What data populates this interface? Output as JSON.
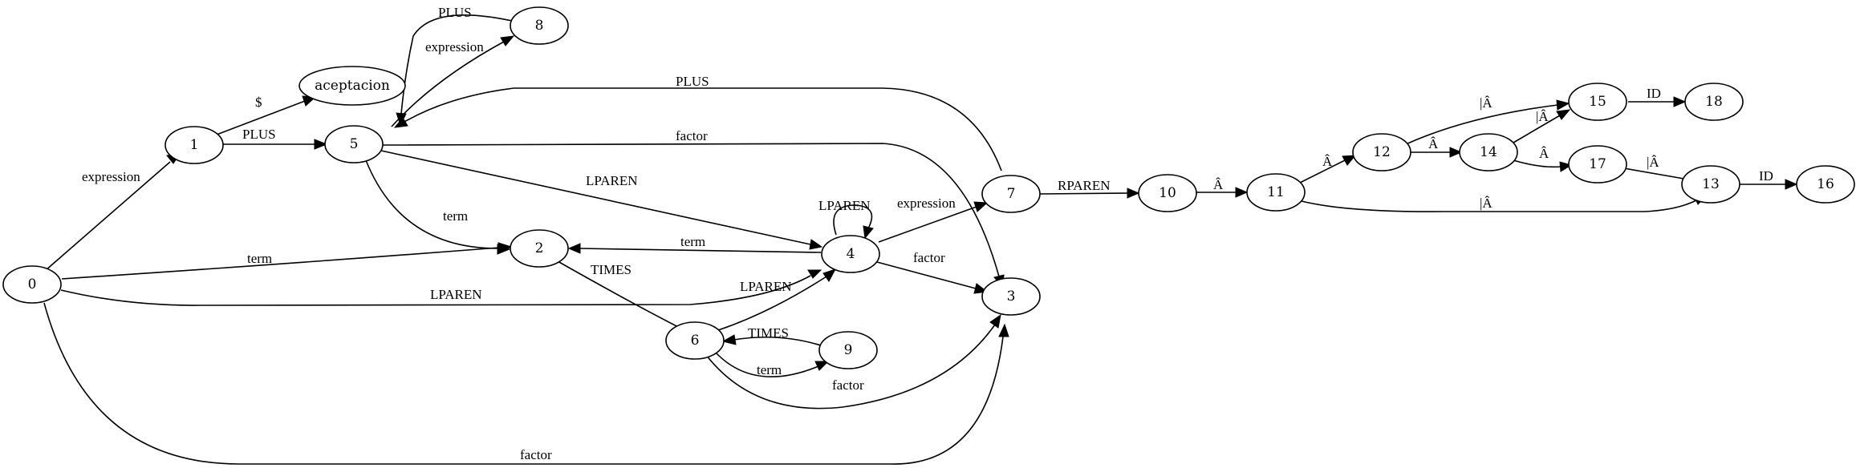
{
  "nodes": [
    {
      "id": "n0",
      "label": "0"
    },
    {
      "id": "n1",
      "label": "1"
    },
    {
      "id": "n2",
      "label": "2"
    },
    {
      "id": "n3",
      "label": "3"
    },
    {
      "id": "n4",
      "label": "4"
    },
    {
      "id": "n5",
      "label": "5"
    },
    {
      "id": "n6",
      "label": "6"
    },
    {
      "id": "n7",
      "label": "7"
    },
    {
      "id": "n8",
      "label": "8"
    },
    {
      "id": "n9",
      "label": "9"
    },
    {
      "id": "n10",
      "label": "10"
    },
    {
      "id": "n11",
      "label": "11"
    },
    {
      "id": "n12",
      "label": "12"
    },
    {
      "id": "n13",
      "label": "13"
    },
    {
      "id": "n14",
      "label": "14"
    },
    {
      "id": "n15",
      "label": "15"
    },
    {
      "id": "n16",
      "label": "16"
    },
    {
      "id": "n17",
      "label": "17"
    },
    {
      "id": "n18",
      "label": "18"
    },
    {
      "id": "acc",
      "label": "aceptacion"
    }
  ],
  "edges": [
    {
      "id": "e0_1",
      "from": "0",
      "to": "1",
      "label": "expression"
    },
    {
      "id": "e0_2",
      "from": "0",
      "to": "2",
      "label": "term"
    },
    {
      "id": "e0_4",
      "from": "0",
      "to": "4",
      "label": "LPAREN"
    },
    {
      "id": "e0_3",
      "from": "0",
      "to": "3",
      "label": "factor"
    },
    {
      "id": "e1_acc",
      "from": "1",
      "to": "aceptacion",
      "label": "$"
    },
    {
      "id": "e1_5",
      "from": "1",
      "to": "5",
      "label": "PLUS"
    },
    {
      "id": "e5_8",
      "from": "5",
      "to": "8",
      "label": "expression"
    },
    {
      "id": "e8_5",
      "from": "8",
      "to": "5",
      "label": "PLUS"
    },
    {
      "id": "e7_5",
      "from": "7",
      "to": "5",
      "label": "PLUS"
    },
    {
      "id": "e5_3",
      "from": "5",
      "to": "3",
      "label": "factor"
    },
    {
      "id": "e5_4",
      "from": "5",
      "to": "4",
      "label": "LPAREN"
    },
    {
      "id": "e5_2",
      "from": "5",
      "to": "2",
      "label": "term"
    },
    {
      "id": "e4_4",
      "from": "4",
      "to": "4",
      "label": "LPAREN"
    },
    {
      "id": "e4_2",
      "from": "4",
      "to": "2",
      "label": "term"
    },
    {
      "id": "e4_7",
      "from": "4",
      "to": "7",
      "label": "expression"
    },
    {
      "id": "e4_3",
      "from": "4",
      "to": "3",
      "label": "factor"
    },
    {
      "id": "e2_6",
      "from": "2",
      "to": "6",
      "label": "TIMES"
    },
    {
      "id": "e6_4",
      "from": "6",
      "to": "4",
      "label": "LPAREN"
    },
    {
      "id": "e9_6",
      "from": "9",
      "to": "6",
      "label": "TIMES"
    },
    {
      "id": "e6_9",
      "from": "6",
      "to": "9",
      "label": "term"
    },
    {
      "id": "e6_3",
      "from": "6",
      "to": "3",
      "label": "factor"
    },
    {
      "id": "e7_10",
      "from": "7",
      "to": "10",
      "label": "RPAREN"
    },
    {
      "id": "e10_11",
      "from": "10",
      "to": "11",
      "label": "Â"
    },
    {
      "id": "e11_12",
      "from": "11",
      "to": "12",
      "label": "Â"
    },
    {
      "id": "e11_13",
      "from": "11",
      "to": "13",
      "label": "|Â"
    },
    {
      "id": "e12_15",
      "from": "12",
      "to": "15",
      "label": "|Â"
    },
    {
      "id": "e12_14",
      "from": "12",
      "to": "14",
      "label": "Â"
    },
    {
      "id": "e14_15",
      "from": "14",
      "to": "15",
      "label": "|Â"
    },
    {
      "id": "e14_17",
      "from": "14",
      "to": "17",
      "label": "Â"
    },
    {
      "id": "e17_13",
      "from": "17",
      "to": "13",
      "label": "|Â"
    },
    {
      "id": "e15_18",
      "from": "15",
      "to": "18",
      "label": "ID"
    },
    {
      "id": "e13_16",
      "from": "13",
      "to": "16",
      "label": "ID"
    }
  ]
}
